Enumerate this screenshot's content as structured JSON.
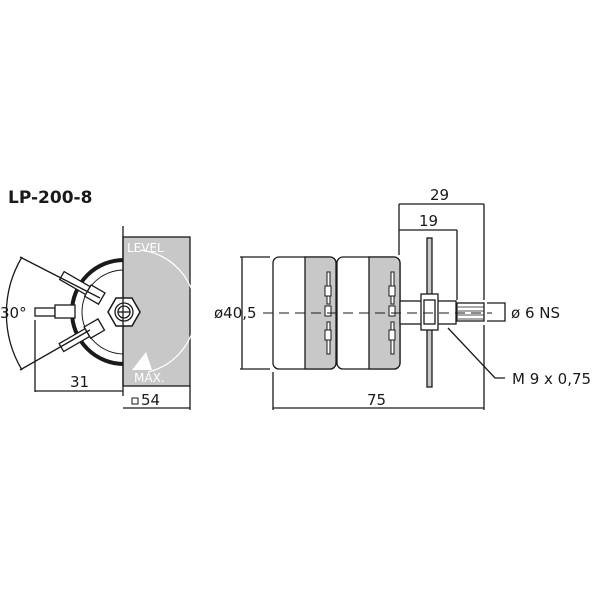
{
  "title": "LP-200-8",
  "front_view": {
    "panel_label_top": "LEVEL",
    "panel_label_bottom": "MAX.",
    "angle": "30°",
    "width_dim": "31",
    "square_dim": "54",
    "square_symbol": "square-icon"
  },
  "side_view": {
    "diameter_body": "ø40,5",
    "overall_length": "75",
    "shaft_length_outer": "29",
    "shaft_length_inner": "19",
    "shaft_diameter": "ø 6 NS",
    "thread": "M 9 x 0,75"
  },
  "colors": {
    "panel": "#c8c8c8",
    "line": "#1a1a1a"
  }
}
